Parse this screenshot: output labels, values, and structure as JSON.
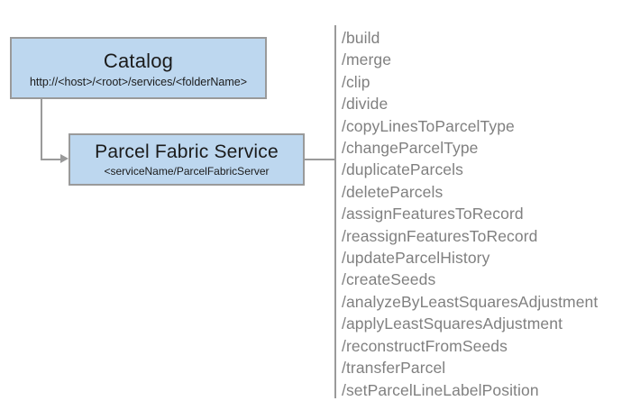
{
  "diagram": {
    "nodes": [
      {
        "id": "catalog",
        "title": "Catalog",
        "subtitle": "http://<host>/<root>/services/<folderName>"
      },
      {
        "id": "parcel-fabric-service",
        "title": "Parcel Fabric Service",
        "subtitle": "<serviceName/ParcelFabricServer"
      }
    ],
    "operations": [
      "/build",
      "/merge",
      "/clip",
      "/divide",
      "/copyLinesToParcelType",
      "/changeParcelType",
      "/duplicateParcels",
      "/deleteParcels",
      "/assignFeaturesToRecord",
      "/reassignFeaturesToRecord",
      "/updateParcelHistory",
      "/createSeeds",
      "/analyzeByLeastSquaresAdjustment",
      "/applyLeastSquaresAdjustment",
      "/reconstructFromSeeds",
      "/transferParcel",
      "/setParcelLineLabelPosition"
    ],
    "colors": {
      "node_fill": "#bdd7ef",
      "node_border": "#9a9a9a",
      "connector": "#9a9a9a",
      "operation_text": "#808080",
      "node_text": "#1b1b1b",
      "background": "#ffffff"
    }
  }
}
